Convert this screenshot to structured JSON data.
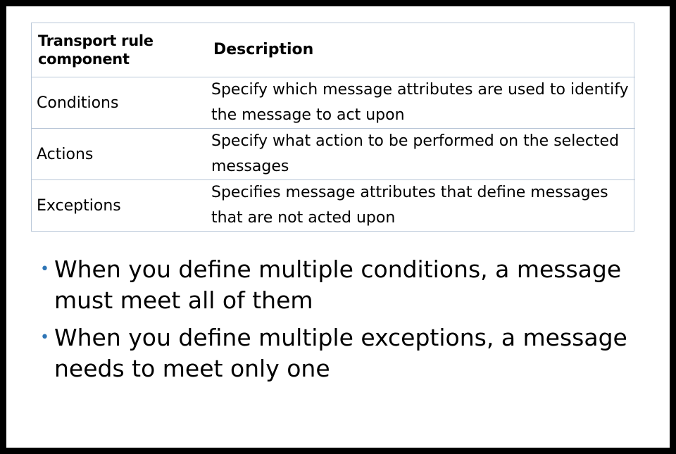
{
  "table": {
    "headers": [
      "Transport rule component",
      "Description"
    ],
    "rows": [
      {
        "component": "Conditions",
        "description": "Specify which message attributes are used to identify the message to act upon"
      },
      {
        "component": "Actions",
        "description": "Specify what action to be performed on the selected messages"
      },
      {
        "component": "Exceptions",
        "description": "Specifies message attributes that define messages that are not acted upon"
      }
    ]
  },
  "bullets": [
    "When you define multiple conditions, a message must meet all of them",
    "When you define multiple exceptions, a message needs to meet only one"
  ],
  "colors": {
    "border": "#000000",
    "table_lines": "#b9c7d8",
    "bullet": "#2e75b6"
  }
}
